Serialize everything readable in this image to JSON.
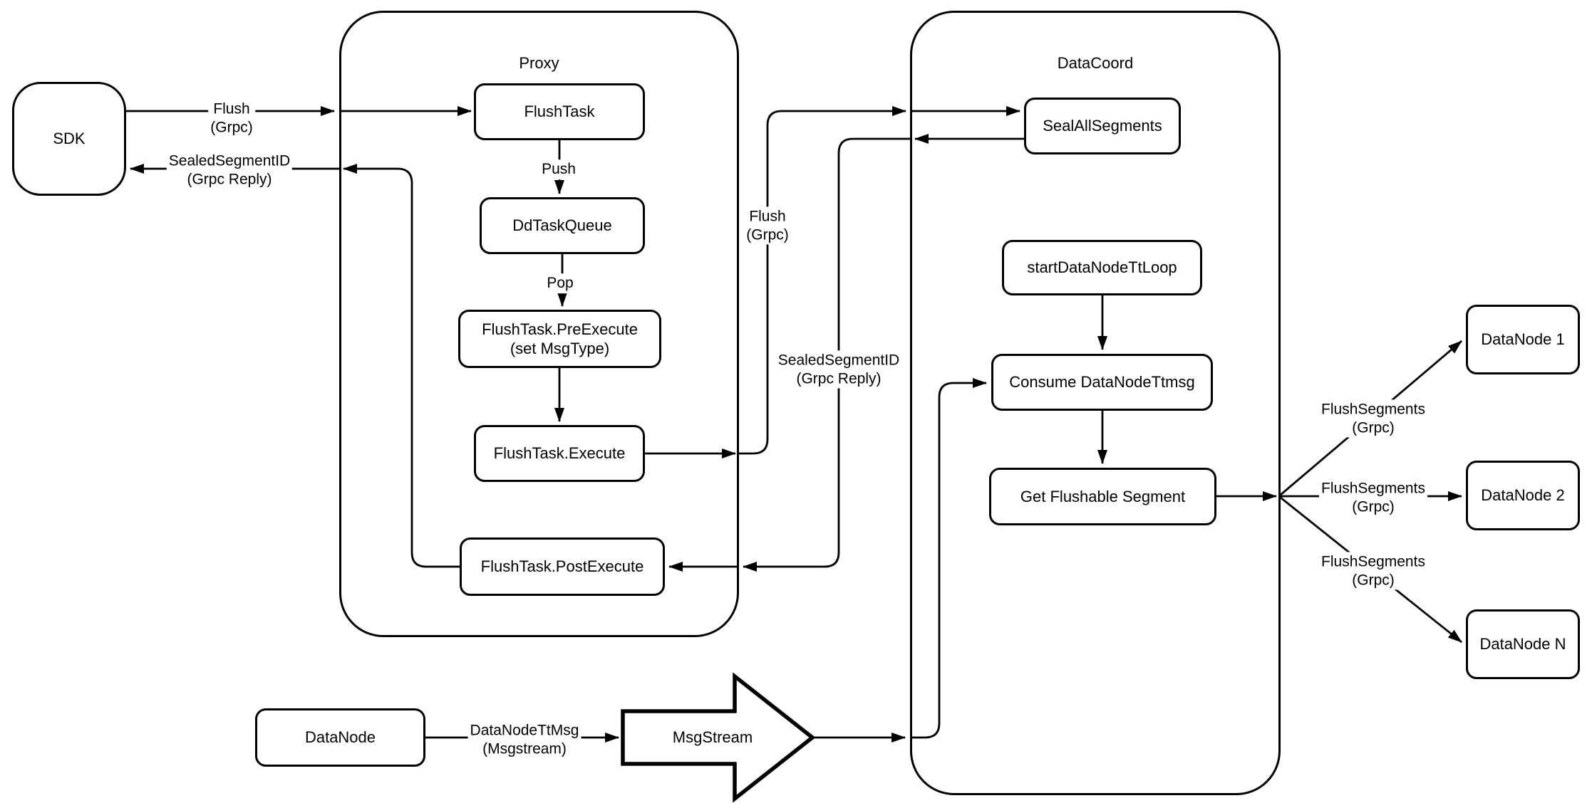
{
  "containers": {
    "proxy": {
      "label": "Proxy"
    },
    "datacoord": {
      "label": "DataCoord"
    }
  },
  "nodes": {
    "sdk": {
      "label": "SDK"
    },
    "flush_task": {
      "label": "FlushTask"
    },
    "dd_task_queue": {
      "label": "DdTaskQueue"
    },
    "pre_execute": {
      "label": "FlushTask.PreExecute",
      "label2": "(set MsgType)"
    },
    "execute": {
      "label": "FlushTask.Execute"
    },
    "post_execute": {
      "label": "FlushTask.PostExecute"
    },
    "seal_all_segments": {
      "label": "SealAllSegments"
    },
    "start_datanode_tt_loop": {
      "label": "startDataNodeTtLoop"
    },
    "consume_datanode_ttmsg": {
      "label": "Consume DataNodeTtmsg"
    },
    "get_flushable_segment": {
      "label": "Get Flushable Segment"
    },
    "datanode_1": {
      "label": "DataNode 1"
    },
    "datanode_2": {
      "label": "DataNode 2"
    },
    "datanode_n": {
      "label": "DataNode N"
    },
    "datanode": {
      "label": "DataNode"
    },
    "msgstream": {
      "label": "MsgStream"
    }
  },
  "edge_labels": {
    "flush_sdk_proxy": {
      "line1": "Flush",
      "line2": "(Grpc)"
    },
    "sealed_proxy_sdk": {
      "line1": "SealedSegmentID",
      "line2": "(Grpc Reply)"
    },
    "push": {
      "line1": "Push"
    },
    "pop": {
      "line1": "Pop"
    },
    "flush_proxy_datacoord": {
      "line1": "Flush",
      "line2": "(Grpc)"
    },
    "sealed_datacoord_proxy": {
      "line1": "SealedSegmentID",
      "line2": "(Grpc Reply)"
    },
    "flush_segments_1": {
      "line1": "FlushSegments",
      "line2": "(Grpc)"
    },
    "flush_segments_2": {
      "line1": "FlushSegments",
      "line2": "(Grpc)"
    },
    "flush_segments_3": {
      "line1": "FlushSegments",
      "line2": "(Grpc)"
    },
    "datanode_ttmsg": {
      "line1": "DataNodeTtMsg",
      "line2": "(Msgstream)"
    }
  },
  "colors": {
    "stroke": "#000000",
    "background": "#ffffff"
  }
}
